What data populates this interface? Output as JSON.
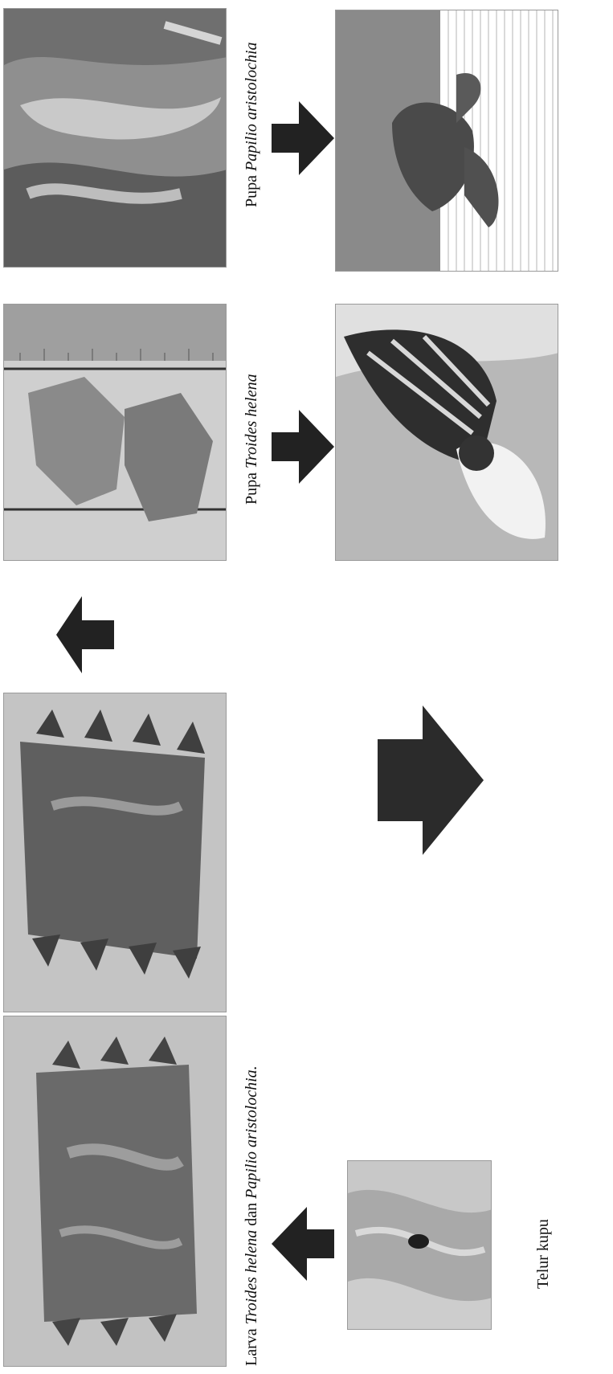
{
  "captions": {
    "larva_prefix": "Larva ",
    "larva_species1": "Troides helena",
    "larva_mid": " dan ",
    "larva_species2": "Papilio aristolochia.",
    "pupa_troides_prefix": "Pupa ",
    "pupa_troides_species": "Troides helena",
    "pupa_papilio_prefix": "Pupa ",
    "pupa_papilio_species": "Papilio aristolochia",
    "telur": "Telur kupu"
  },
  "photos": [
    {
      "name": "pupa-papilio-photo",
      "subject": "pupa"
    },
    {
      "name": "butterfly-papilio-photo",
      "subject": "butterfly"
    },
    {
      "name": "pupa-troides-photo",
      "subject": "pupa with ruler"
    },
    {
      "name": "butterfly-troides-photo",
      "subject": "butterfly"
    },
    {
      "name": "larva-left-photo",
      "subject": "larva"
    },
    {
      "name": "larva-right-photo",
      "subject": "larva"
    },
    {
      "name": "egg-photo",
      "subject": "egg on leaf"
    }
  ],
  "arrows": [
    "arrow-pupa-papilio-to-butterfly",
    "arrow-pupa-troides-to-butterfly",
    "arrow-larva-to-pupa",
    "arrow-butterfly-to-egg",
    "arrow-egg-to-larva"
  ],
  "colors": {
    "arrow": "#222222",
    "photo_dark": "#3a3a3a",
    "photo_mid": "#8c8c8c",
    "photo_light": "#d6d6d6"
  }
}
